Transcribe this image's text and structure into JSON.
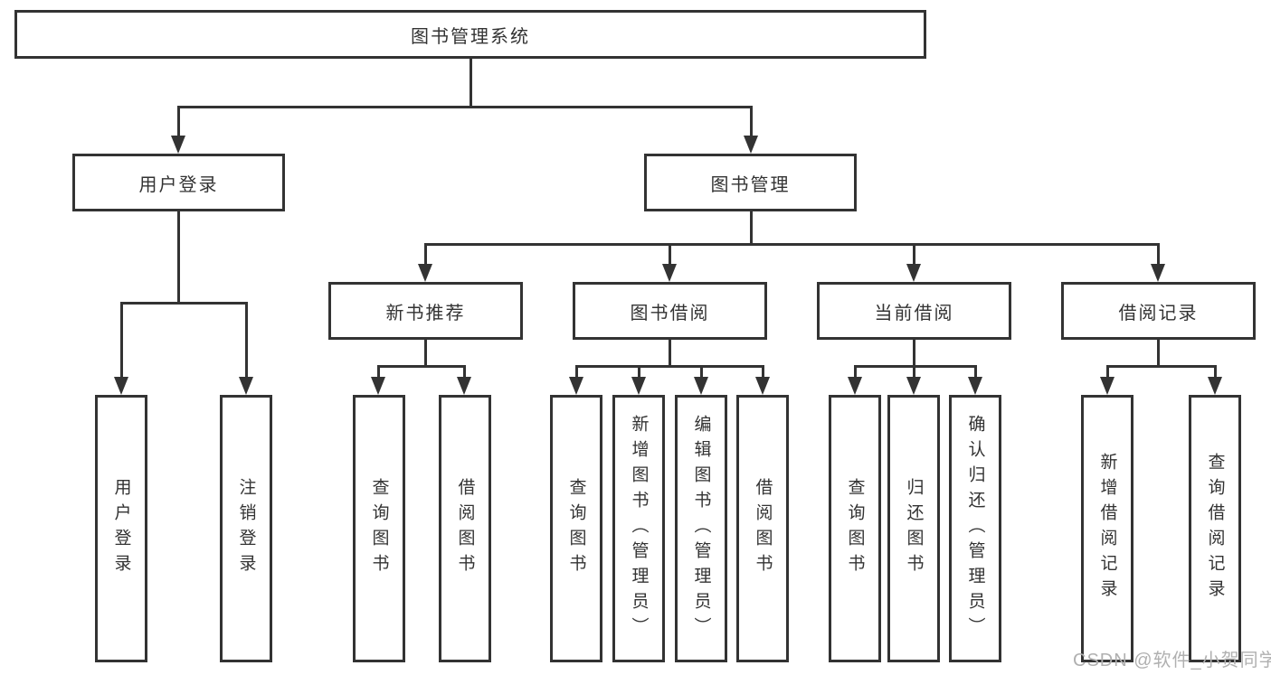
{
  "diagram": {
    "root": "图书管理系统",
    "level2": {
      "login": "用户登录",
      "book": "图书管理"
    },
    "level3": {
      "recommend": "新书推荐",
      "borrow": "图书借阅",
      "current": "当前借阅",
      "record": "借阅记录"
    },
    "leaves": {
      "login": [
        "用户登录",
        "注销登录"
      ],
      "recommend": [
        "查询图书",
        "借阅图书"
      ],
      "borrow": [
        "查询图书",
        "新增图书（管理员）",
        "编辑图书（管理员）",
        "借阅图书"
      ],
      "current": [
        "查询图书",
        "归还图书",
        "确认归还（管理员）"
      ],
      "record": [
        "新增借阅记录",
        "查询借阅记录"
      ]
    }
  },
  "watermark": {
    "text": "CSDN @软件_小贺同学",
    "color": "#b0b0b0"
  },
  "colors": {
    "line": "#333333",
    "node_border": "#333333",
    "text": "#333333",
    "background": "#ffffff"
  }
}
